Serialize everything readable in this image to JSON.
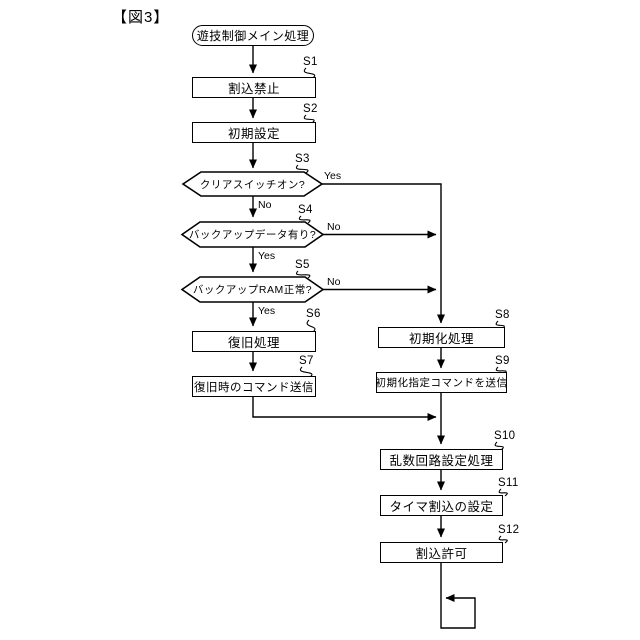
{
  "figure_label": "【図3】",
  "nodes": {
    "start": {
      "label": "遊技制御メイン処理"
    },
    "s1": {
      "step": "S1",
      "label": "割込禁止"
    },
    "s2": {
      "step": "S2",
      "label": "初期設定"
    },
    "s3": {
      "step": "S3",
      "label": "クリアスイッチオン?",
      "yes": "Yes",
      "no": "No"
    },
    "s4": {
      "step": "S4",
      "label": "バックアップデータ有り?",
      "yes": "Yes",
      "no": "No"
    },
    "s5": {
      "step": "S5",
      "label": "バックアップRAM正常?",
      "yes": "Yes",
      "no": "No"
    },
    "s6": {
      "step": "S6",
      "label": "復旧処理"
    },
    "s7": {
      "step": "S7",
      "label": "復旧時のコマンド送信"
    },
    "s8": {
      "step": "S8",
      "label": "初期化処理"
    },
    "s9": {
      "step": "S9",
      "label": "初期化指定コマンドを送信"
    },
    "s10": {
      "step": "S10",
      "label": "乱数回路設定処理"
    },
    "s11": {
      "step": "S11",
      "label": "タイマ割込の設定"
    },
    "s12": {
      "step": "S12",
      "label": "割込許可"
    }
  }
}
